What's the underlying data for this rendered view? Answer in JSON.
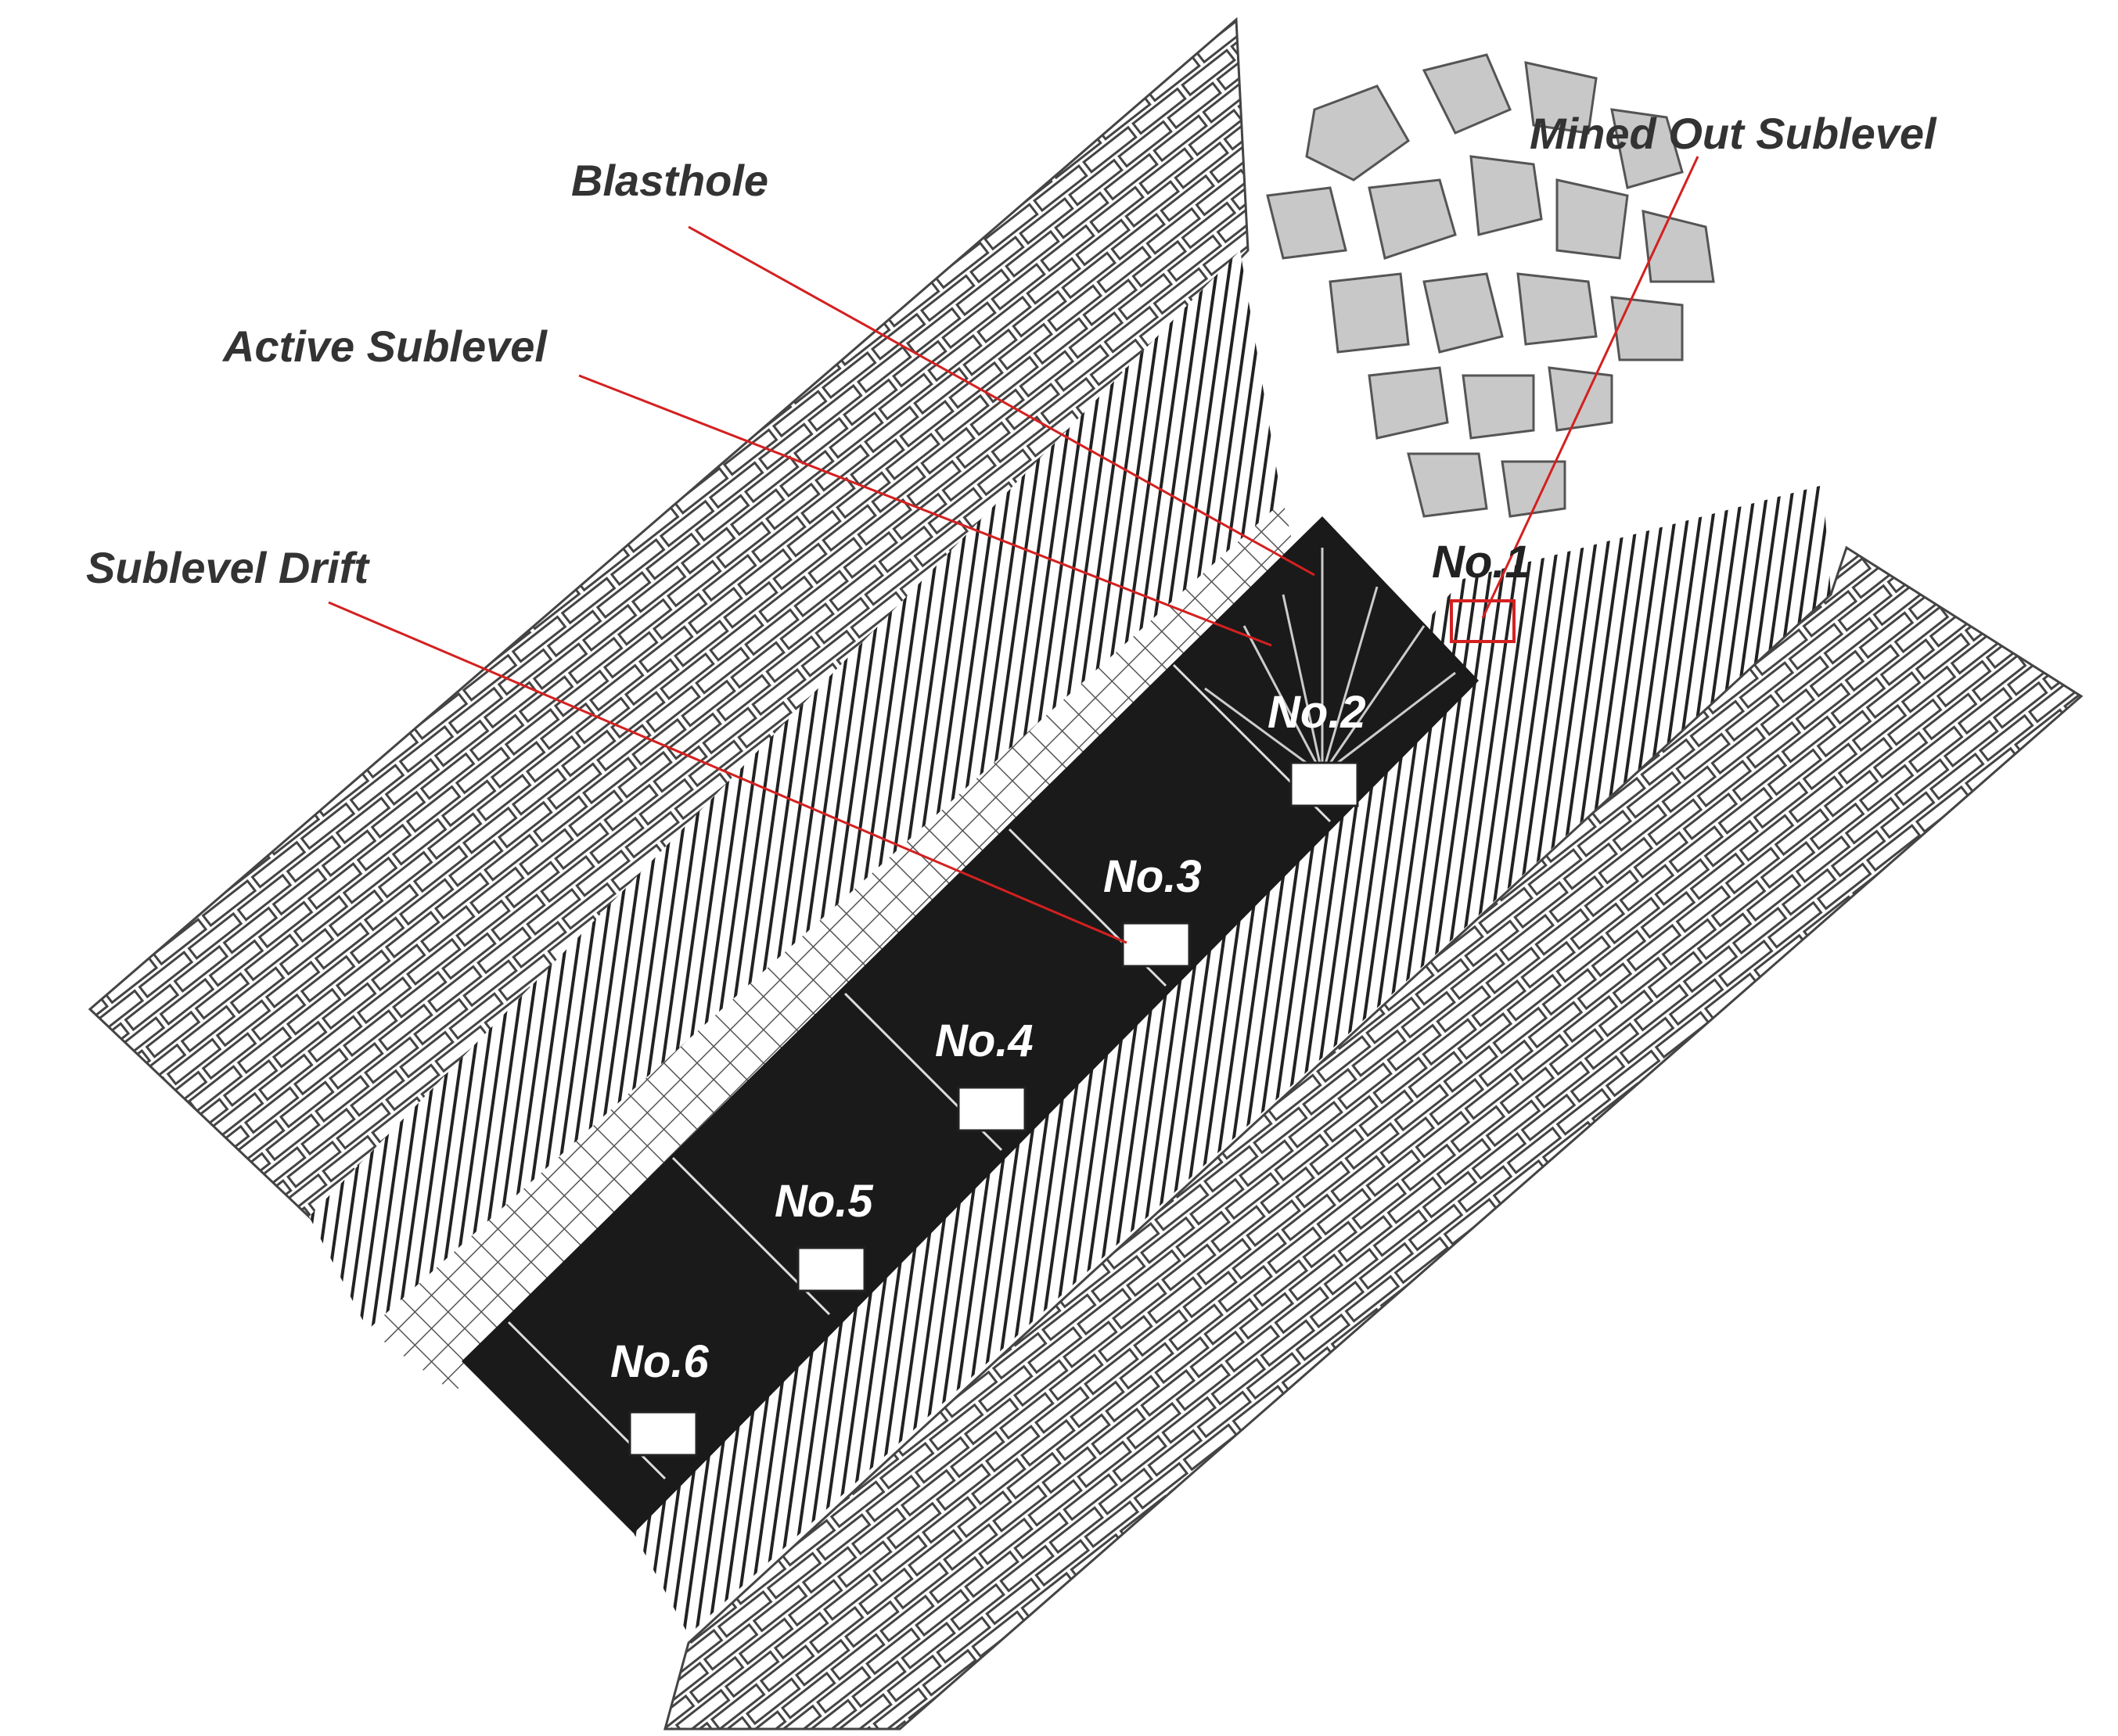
{
  "colors": {
    "leader": "#d42020",
    "ore": "#1a1a1a",
    "rock_line": "#444444",
    "caved_fill": "#c8c8c8"
  },
  "icons": {
    "brick": "country-rock-brick-pattern",
    "hatch": "diagonal-hatch-pattern",
    "cross": "cross-hatch-pattern",
    "rubble": "caved-rock-rubble"
  },
  "callouts": {
    "blasthole": "Blasthole",
    "active_sublevel": "Active Sublevel",
    "sublevel_drift": "Sublevel Drift",
    "mined_out_sublevel": "Mined Out Sublevel"
  },
  "sublevels": [
    {
      "label": "No.1"
    },
    {
      "label": "No.2"
    },
    {
      "label": "No.3"
    },
    {
      "label": "No.4"
    },
    {
      "label": "No.5"
    },
    {
      "label": "No.6"
    }
  ]
}
